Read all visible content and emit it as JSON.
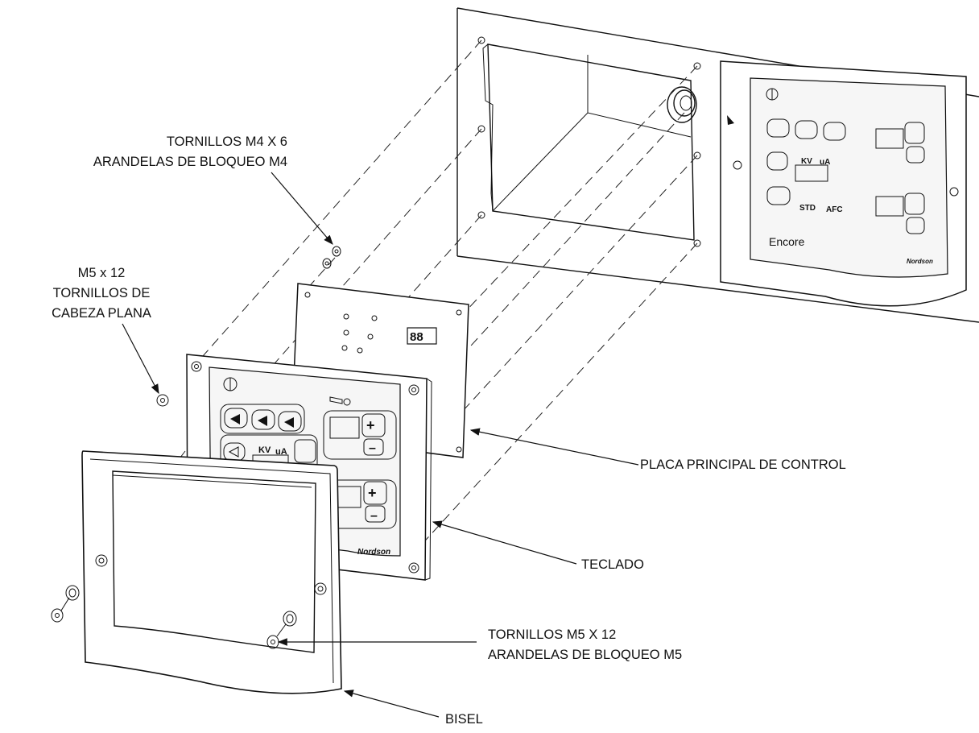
{
  "callouts": {
    "m4_screws": {
      "line1": "TORNILLOS M4 X 6",
      "line2": "ARANDELAS DE BLOQUEO M4"
    },
    "flat_head": {
      "line1": "M5 x 12",
      "line2": "TORNILLOS DE",
      "line3": "CABEZA PLANA"
    },
    "control_board": "PLACA PRINCIPAL DE CONTROL",
    "keypad": "TECLADO",
    "m5_screws": {
      "line1": "TORNILLOS M5 X 12",
      "line2": "ARANDELAS DE BLOQUEO M5"
    },
    "bezel": "BISEL"
  },
  "panel_text": {
    "brand": "Encore",
    "maker": "Nordson",
    "kv": "KV",
    "ua": "uA",
    "std": "STD",
    "afc": "AFC"
  }
}
